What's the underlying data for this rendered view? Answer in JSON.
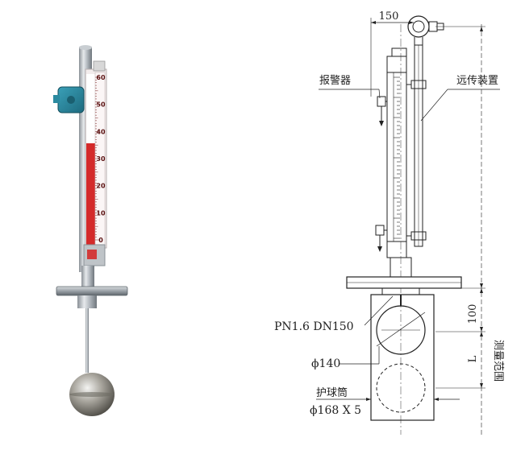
{
  "photo": {
    "scale_ticks": [
      "60",
      "50",
      "40",
      "30",
      "20",
      "10",
      "0"
    ]
  },
  "drawing": {
    "dim_top_width": "150",
    "label_alarm": "报警器",
    "label_remote": "远传装置",
    "label_flange": "PN1.6  DN150",
    "label_float_dia": "ϕ140",
    "dim_offset": "100",
    "dim_length": "L",
    "label_range": "测量范围",
    "label_guard": "护球筒",
    "label_guard_size": "ϕ168 X 5"
  }
}
